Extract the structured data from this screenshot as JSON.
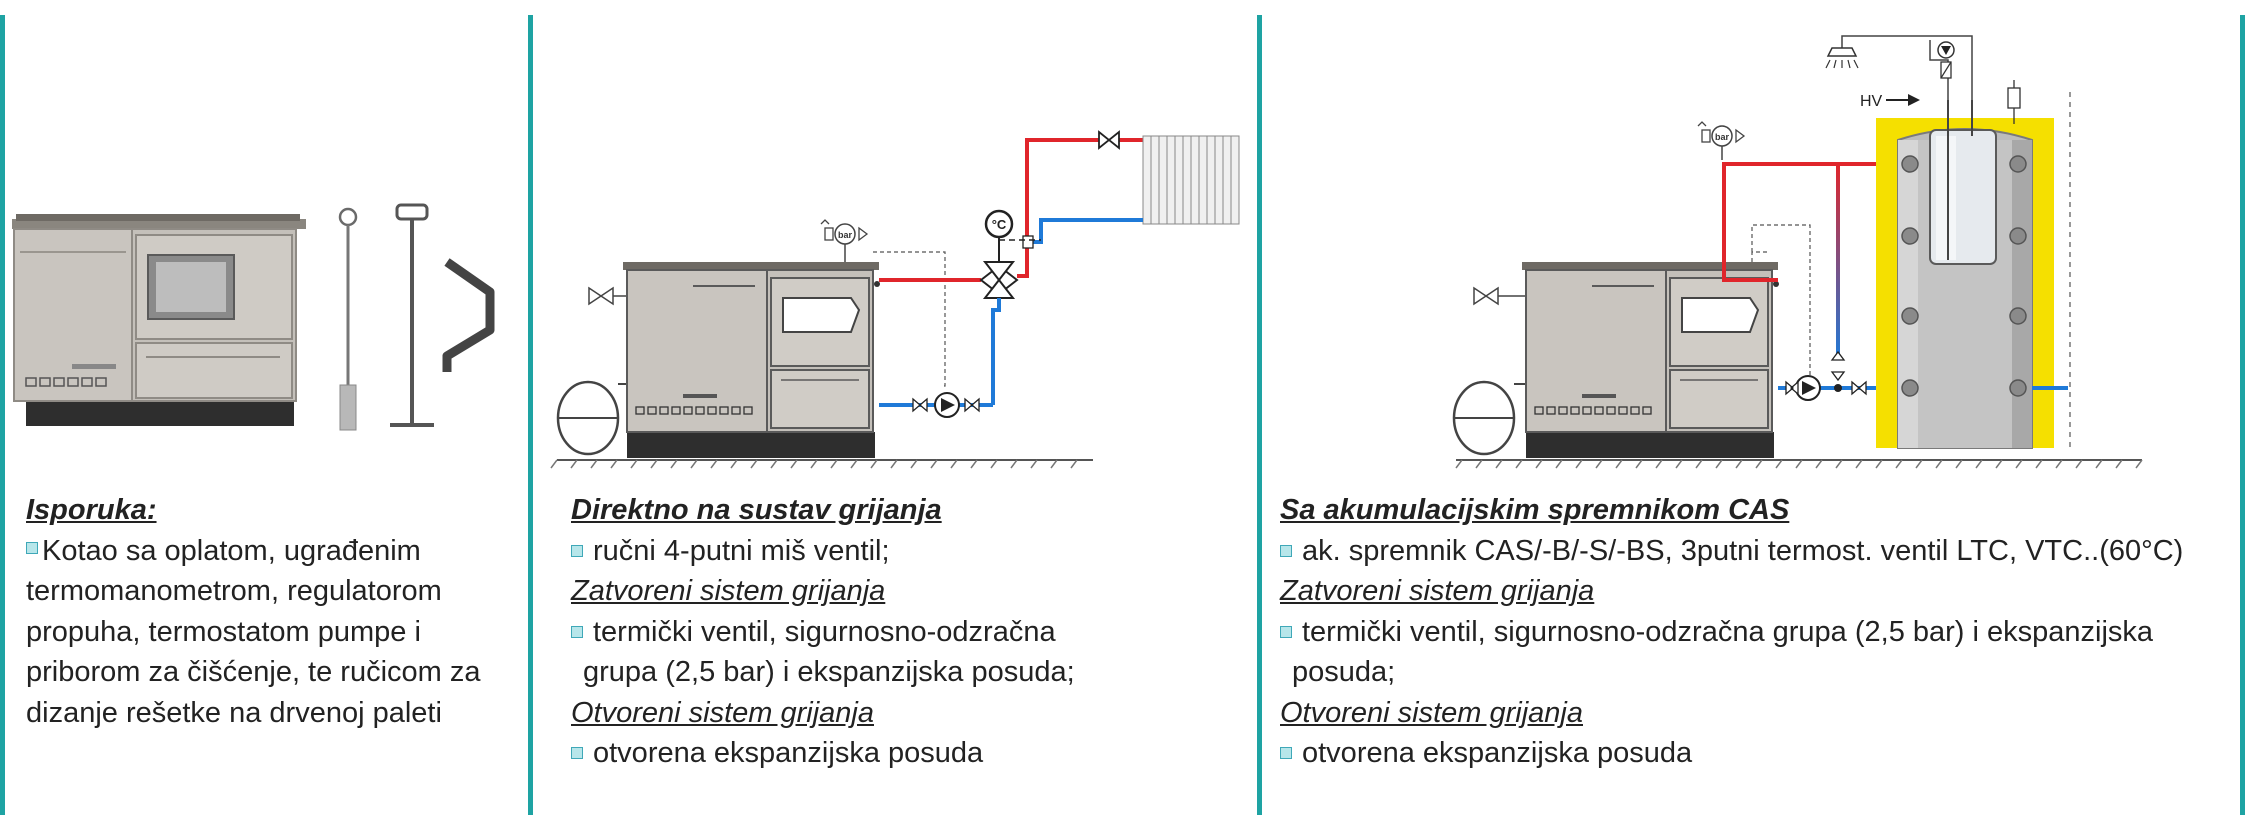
{
  "colors": {
    "accent_bar": "#1ea3a3",
    "hot_pipe": "#e0252b",
    "cold_pipe": "#1f7ad8",
    "stove_body": "#c4c0ba",
    "insulation": "#f5e000"
  },
  "panel1": {
    "title": "Isporuka:",
    "lines": [
      "Kotao sa oplatom, ugrađenim",
      "termomanometrom, regulatorom",
      "propuha, termostatom pumpe i",
      "priborom za čišćenje, te ručicom za",
      "dizanje rešetke na drvenoj paleti"
    ]
  },
  "panel2": {
    "title": "Direktno na sustav grijanja",
    "item1": "ručni 4-putni miš ventil;",
    "sub1": "Zatvoreni sistem grijanja",
    "item2_line1": "termički ventil, sigurnosno-odzračna",
    "item2_line2": "grupa (2,5 bar) i ekspanzijska posuda;",
    "sub2": "Otvoreni sistem grijanja",
    "item3": "otvorena ekspanzijska posuda",
    "icons": {
      "thermo": "°C",
      "gauge": "bar"
    }
  },
  "panel3": {
    "title": "Sa akumulacijskim spremnikom CAS",
    "item1": "ak. spremnik CAS/-B/-S/-BS, 3putni termost. ventil LTC, VTC..(60°C)",
    "sub1": "Zatvoreni sistem grijanja",
    "item2_line1": "termički ventil, sigurnosno-odzračna grupa (2,5 bar) i ekspanzijska",
    "item2_line2": "posuda;",
    "sub2": "Otvoreni sistem grijanja",
    "item3": "otvorena ekspanzijska posuda",
    "hv_label": "HV",
    "icons": {
      "gauge": "bar"
    }
  }
}
